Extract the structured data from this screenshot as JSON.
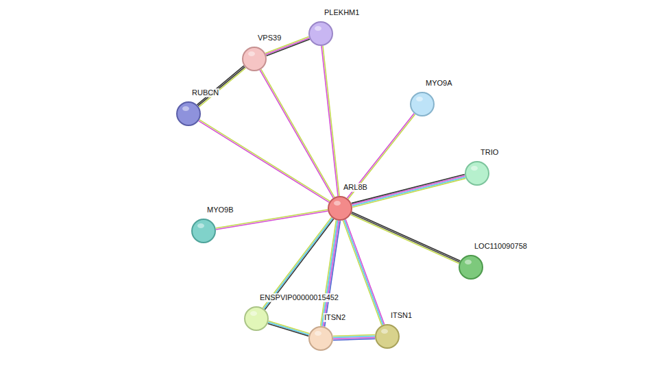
{
  "diagram": {
    "nodes": [
      {
        "text": [
          "PLEKHM1"
        ]
      },
      {
        "text": [
          "VPS39"
        ]
      },
      {
        "text": [
          "RUBCN"
        ]
      },
      {
        "text": [
          "MYO9A"
        ]
      },
      {
        "text": [
          "TRIO"
        ]
      },
      {
        "text": [
          "ARL8B"
        ]
      },
      {
        "text": [
          "MYO9B"
        ]
      },
      {
        "text": [
          "LOC110090758"
        ]
      },
      {
        "text": [
          "ENSPVIP00000015452"
        ]
      },
      {
        "text": [
          "ITSN2"
        ]
      },
      {
        "text": [
          "ITSN1"
        ]
      }
    ],
    "edges": [
      {
        "from": 1,
        "to": 0,
        "arrow": "none"
      },
      {
        "from": 1,
        "to": 2,
        "arrow": "none"
      },
      {
        "from": 1,
        "to": 5,
        "arrow": "none"
      },
      {
        "from": 0,
        "to": 5,
        "arrow": "none"
      },
      {
        "from": 2,
        "to": 5,
        "arrow": "none"
      },
      {
        "from": 3,
        "to": 5,
        "arrow": "none"
      },
      {
        "from": 4,
        "to": 5,
        "arrow": "none"
      },
      {
        "from": 6,
        "to": 5,
        "arrow": "none"
      },
      {
        "from": 7,
        "to": 5,
        "arrow": "none"
      },
      {
        "from": 8,
        "to": 5,
        "arrow": "none"
      },
      {
        "from": 9,
        "to": 5,
        "arrow": "none"
      },
      {
        "from": 10,
        "to": 5,
        "arrow": "none"
      },
      {
        "from": 8,
        "to": 9,
        "arrow": "none"
      },
      {
        "from": 9,
        "to": 10,
        "arrow": "none"
      }
    ]
  }
}
